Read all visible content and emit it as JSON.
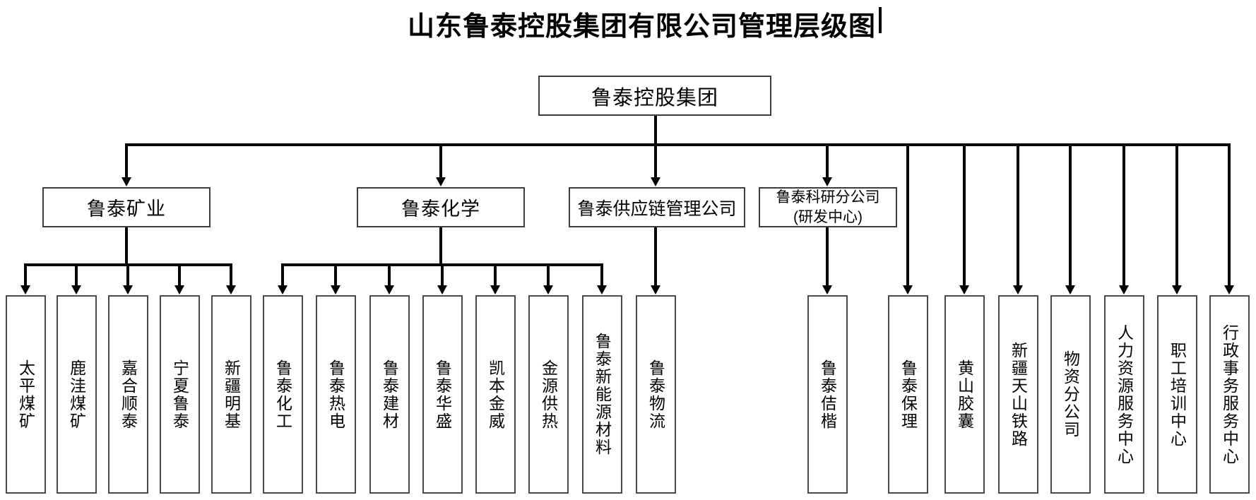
{
  "title": "山东鲁泰控股集团有限公司管理层级图",
  "root": {
    "label": "鲁泰控股集团"
  },
  "groups": [
    {
      "id": "mining",
      "label": "鲁泰矿业",
      "children": [
        "太平煤矿",
        "鹿洼煤矿",
        "嘉合顺泰",
        "宁夏鲁泰",
        "新疆明基"
      ]
    },
    {
      "id": "chemistry",
      "label": "鲁泰化学",
      "children": [
        "鲁泰化工",
        "鲁泰热电",
        "鲁泰建材",
        "鲁泰华盛",
        "凯本金威",
        "金源供热",
        "鲁泰新能源材料"
      ]
    },
    {
      "id": "supply-chain",
      "label": "鲁泰供应链管理公司",
      "children": [
        "鲁泰物流"
      ]
    },
    {
      "id": "research",
      "label": "鲁泰科研分公司",
      "label_line2": "(研发中心)",
      "children": [
        "鲁泰佶楷"
      ]
    }
  ],
  "direct_children": [
    "鲁泰保理",
    "黄山胶囊",
    "新疆天山铁路",
    "物资分公司",
    "人力资源服务中心",
    "职工培训中心",
    "行政事务服务中心"
  ],
  "colors": {
    "line": "#000000",
    "box_border": "#3d3d3d",
    "background": "#ffffff",
    "text": "#000000"
  }
}
